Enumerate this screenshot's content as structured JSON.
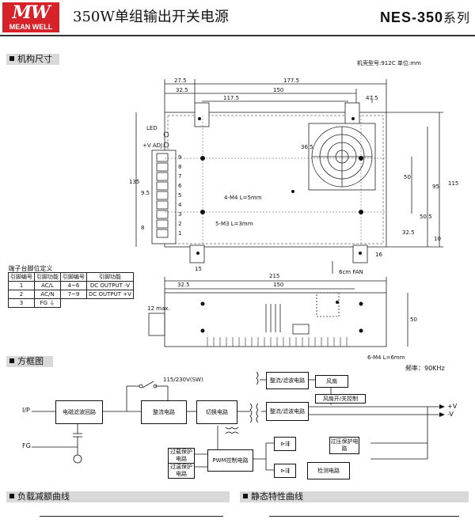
{
  "header": {
    "logo_mark": "MW",
    "logo_text": "MEAN WELL",
    "title": "350W单组输出开关电源",
    "series_model": "NES-350",
    "series_suffix": "系列"
  },
  "sections": {
    "mechanical": "机构尺寸",
    "block_diagram": "方框图",
    "derating": "负载减额曲线",
    "static": "静态特性曲线"
  },
  "mechanical": {
    "case_info": "机壳型号:912C   单位:mm",
    "dims": {
      "d27_5": "27.5",
      "d177_5": "177.5",
      "d32_5": "32.5",
      "d150": "150",
      "d117_5": "117.5",
      "d47_5": "47.5",
      "d36_5": "36.5",
      "d50": "50",
      "d95": "95",
      "d115": "115",
      "d50_5": "50.5",
      "d32_5b": "32.5",
      "d10": "10",
      "d135": "135",
      "d9_5": "9.5",
      "d8": "8",
      "d16": "16",
      "d15": "15",
      "d215": "215",
      "d32_5c": "32.5",
      "d150b": "150",
      "d50b": "50",
      "d12max": "12 max."
    },
    "labels": {
      "led": "LED",
      "vadj": "+V ADJ.",
      "m4": "4-M4 L=5mm",
      "m3": "5-M3 L=3mm",
      "fan": "6cm FAN",
      "m4b": "6-M4 L=6mm"
    },
    "terminals": [
      "9",
      "8",
      "7",
      "6",
      "5",
      "4",
      "3",
      "2",
      "1"
    ]
  },
  "pin_table": {
    "caption": "端子台脚位定义",
    "headers": [
      "引脚编号",
      "引脚功能",
      "引脚编号",
      "引脚功能"
    ],
    "rows": [
      [
        "1",
        "AC/L",
        "4~6",
        "DC OUTPUT -V"
      ],
      [
        "2",
        "AC/N",
        "7~9",
        "DC OUTPUT +V"
      ],
      [
        "3",
        "FG ⏚",
        "",
        ""
      ]
    ]
  },
  "block": {
    "freq": "频率：90KHz",
    "ip": "I/P",
    "fg": "FG",
    "switch_label": "115/230V(SW)",
    "emi": "电磁滤波回路",
    "rect1": "整流电路",
    "switching": "切换电路",
    "rect_filter_top": "整流/滤波电路",
    "fan": "风扇",
    "fan_ctrl": "风扇开/关控制",
    "rect_filter_main": "整流/滤波电路",
    "plus_v": "+V",
    "minus_v": "-V",
    "olp": "过载保护电路",
    "otp": "过温保护电路",
    "pwm": "PWM控制电路",
    "ovp": "过压保护电路",
    "detect": "检测电路"
  }
}
